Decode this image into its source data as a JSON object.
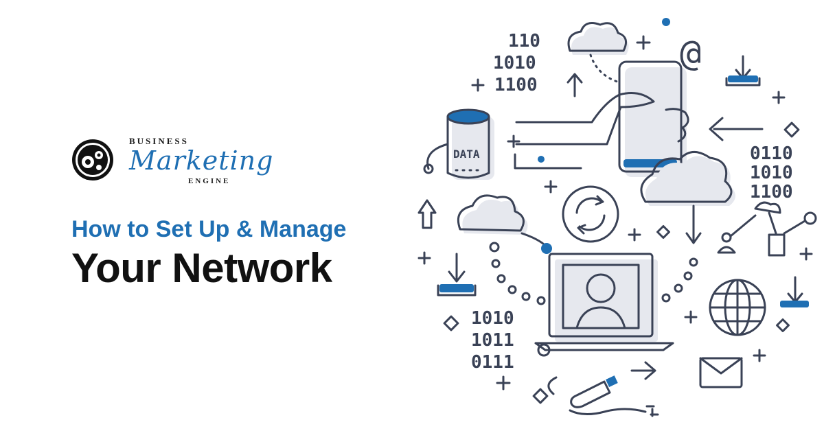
{
  "logo": {
    "top_word": "BUSINESS",
    "main_word": "Marketing",
    "bottom_word": "ENGINE",
    "icon": "gear-cluster-icon"
  },
  "headline": {
    "line1": "How to Set Up & Manage",
    "line2": "Your Network"
  },
  "illustration": {
    "binary_top": [
      "110",
      "1010",
      "1100"
    ],
    "binary_right": [
      "0110",
      "1010",
      "1100"
    ],
    "binary_bottom": [
      "1010",
      "1011",
      "0111"
    ],
    "data_label": "DATA",
    "at_symbol": "@"
  },
  "colors": {
    "accent": "#1f6fb3",
    "ink": "#3a4256",
    "headline": "#111111"
  }
}
